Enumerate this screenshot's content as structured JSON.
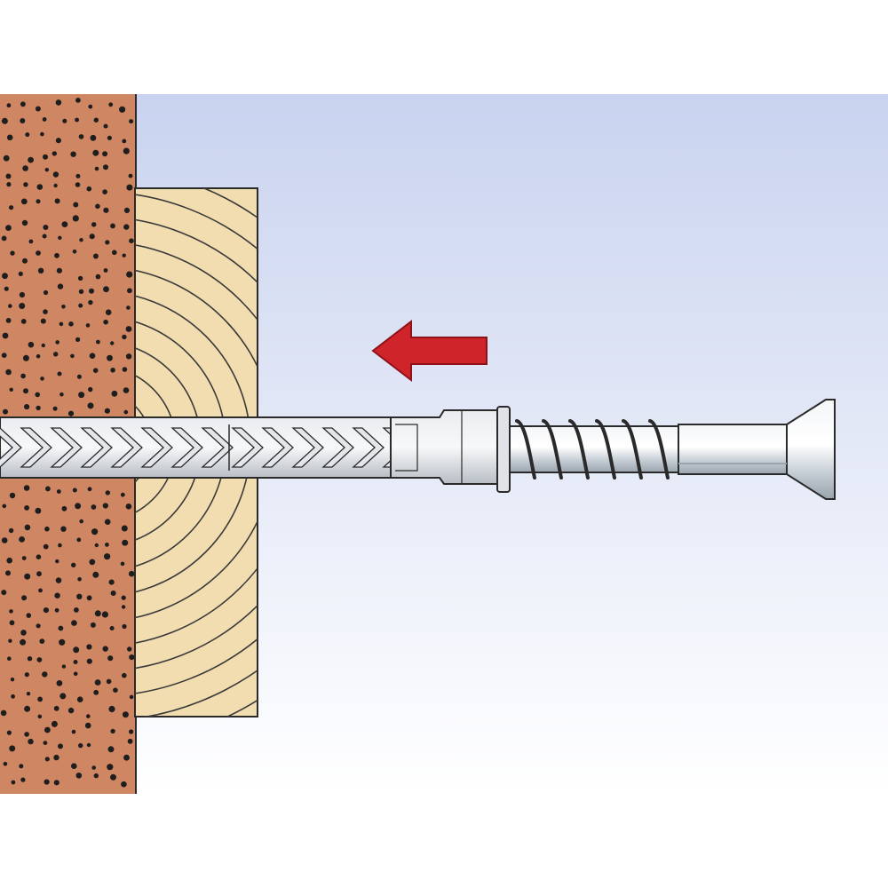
{
  "diagram": {
    "parts": [
      "masonry-wall",
      "wooden-batten",
      "wall-plug",
      "frame-screw",
      "insertion-arrow"
    ],
    "arrow_direction": "left"
  },
  "colors": {
    "sky_top": "#c9d3ef",
    "sky_bottom": "#ffffff",
    "brick": "#cf8663",
    "brick_dots": "#1e1e1e",
    "wood": "#f2ddb0",
    "wood_rings": "#3a3a3a",
    "steel": "#cfd6dd",
    "plug": "#d7dbe0",
    "arrow": "#d0242b",
    "outline": "#2a2a2a"
  }
}
